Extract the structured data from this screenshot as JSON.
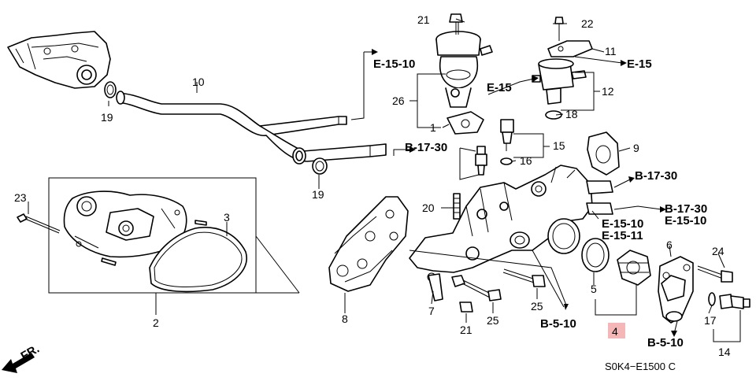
{
  "callouts": {
    "p1": "1",
    "p2": "2",
    "p3": "3",
    "p4": "4",
    "p5": "5",
    "p6": "6",
    "p7": "7",
    "p8": "8",
    "p9": "9",
    "p10": "10",
    "p11": "11",
    "p12": "12",
    "p14": "14",
    "p15": "15",
    "p16": "16",
    "p17": "17",
    "p18": "18",
    "p19a": "19",
    "p19b": "19",
    "p20": "20",
    "p21a": "21",
    "p21b": "21",
    "p22": "22",
    "p23": "23",
    "p24": "24",
    "p25a": "25",
    "p25b": "25",
    "p26": "26"
  },
  "highlighted_callout": "4",
  "references": {
    "e1510_top": "E-15-10",
    "e15_left": "E-15",
    "e15_right": "E-15",
    "b1730_a": "B-17-30",
    "b1730_b": "B-17-30",
    "b1730_c": "B-17-30",
    "e1510_c": "E-15-10",
    "e1510_d": "E-15-10",
    "e1511": "E-15-11",
    "b510_a": "B-5-10",
    "b510_b": "B-5-10"
  },
  "direction_label": "FR.",
  "diagram_code": "S0K4−E1500 C",
  "colors": {
    "line": "#000000",
    "highlight": "#f4b6b6",
    "background": "#ffffff"
  }
}
